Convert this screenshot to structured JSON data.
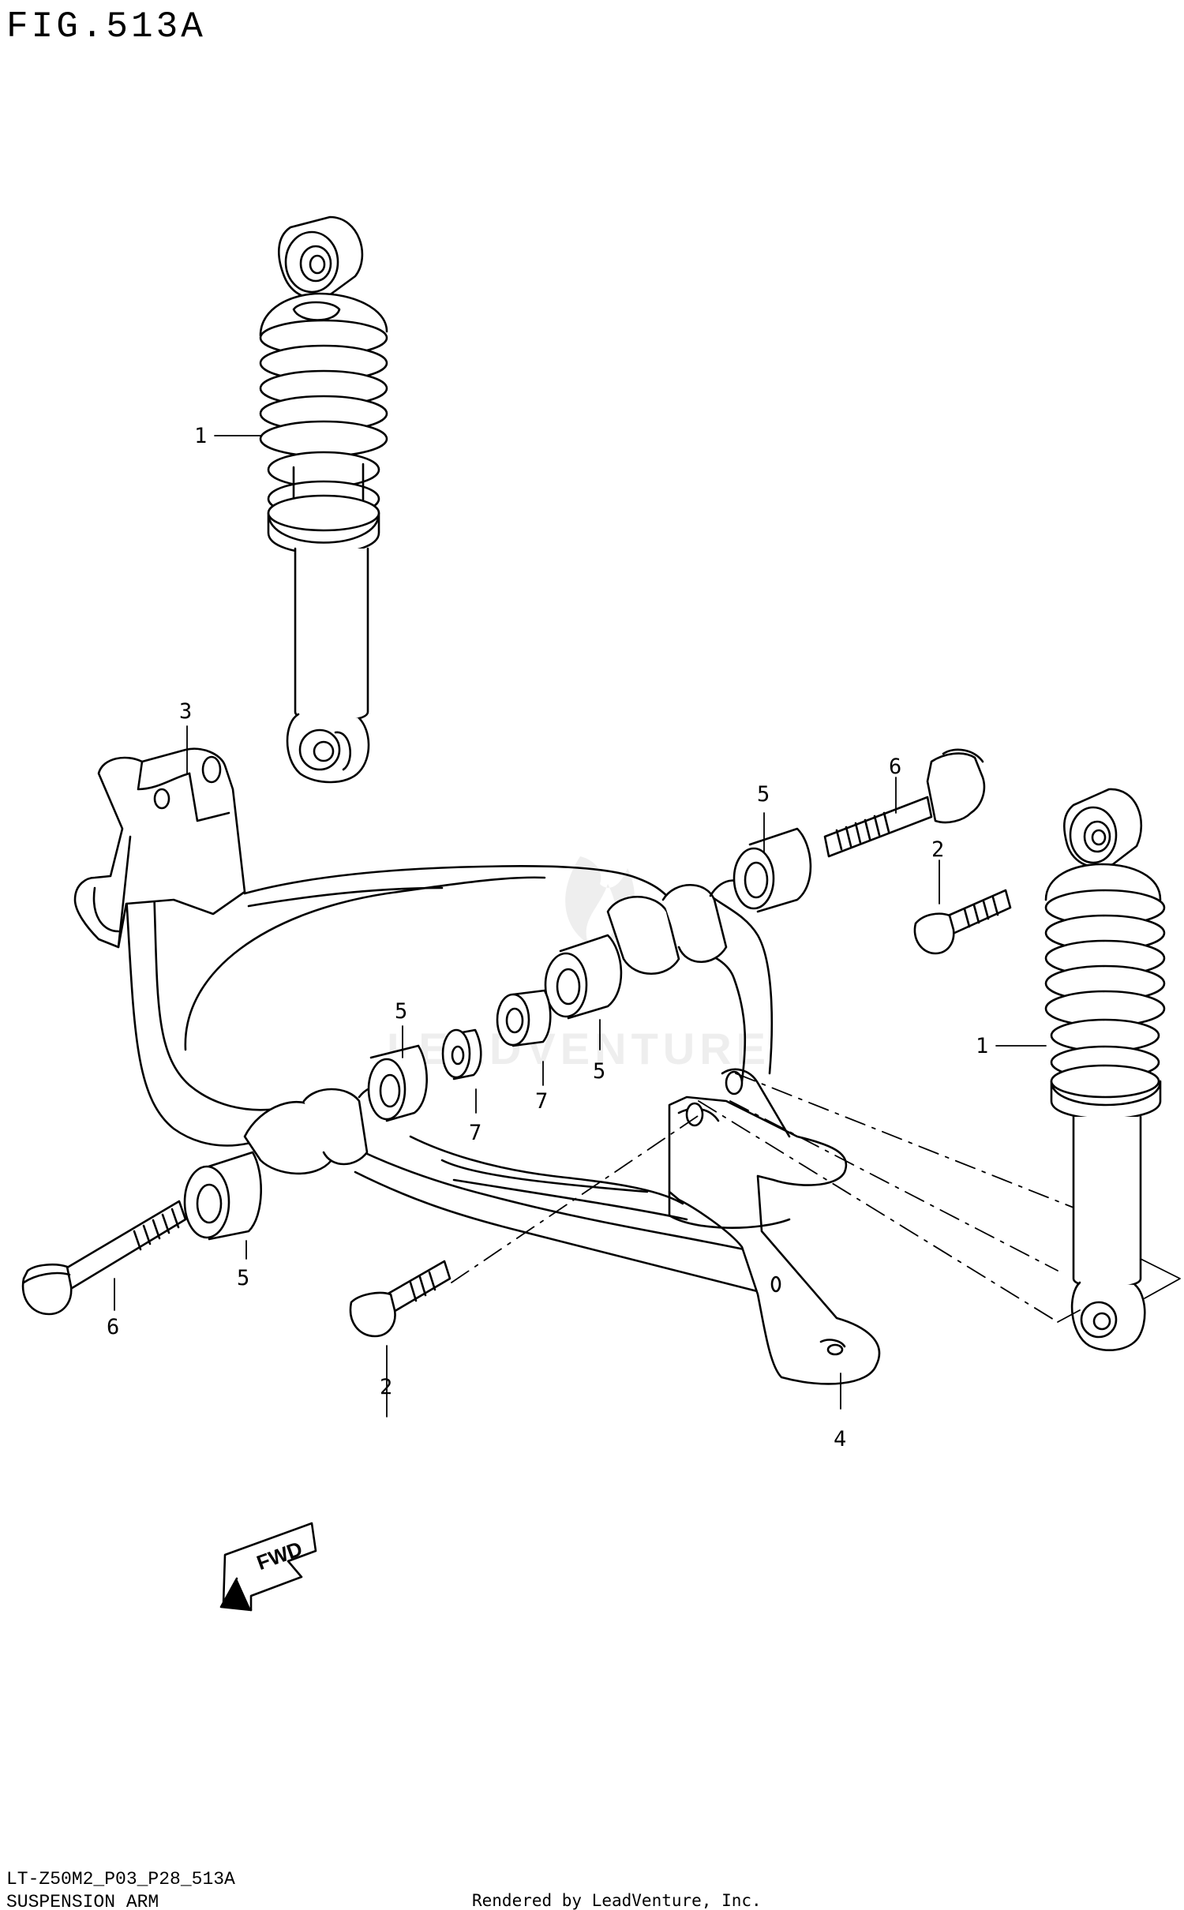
{
  "header": {
    "figure_title": "FIG.513A"
  },
  "footer": {
    "model_code": "LT-Z50M2_P03_P28_513A",
    "section_title": "SUSPENSION ARM",
    "credit": "Rendered by LeadVenture, Inc."
  },
  "watermark": {
    "text": "LEADVENTURE"
  },
  "direction_arrow": {
    "label": "FWD"
  },
  "callouts": [
    {
      "label": "1"
    },
    {
      "label": "1"
    },
    {
      "label": "2"
    },
    {
      "label": "2"
    },
    {
      "label": "3"
    },
    {
      "label": "4"
    },
    {
      "label": "5"
    },
    {
      "label": "5"
    },
    {
      "label": "5"
    },
    {
      "label": "5"
    },
    {
      "label": "6"
    },
    {
      "label": "6"
    },
    {
      "label": "7"
    },
    {
      "label": "7"
    }
  ]
}
